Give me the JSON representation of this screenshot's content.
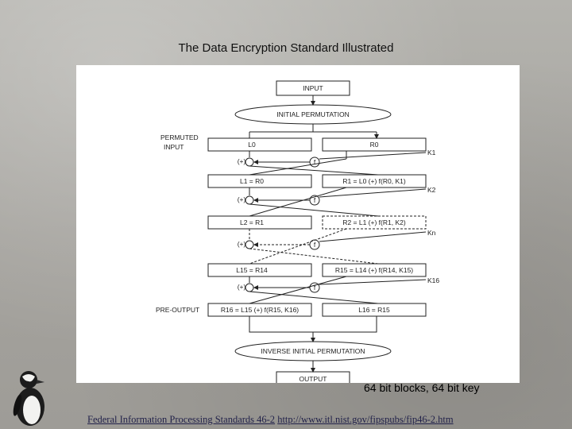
{
  "slide": {
    "title": "The Data Encryption Standard Illustrated",
    "caption": "64 bit blocks, 64 bit key",
    "footer_link_1": "Federal Information Processing Standards 46-2",
    "footer_link_2": "http://www.itl.nist.gov/fipspubs/fip46-2.htm"
  },
  "diagram": {
    "input": "INPUT",
    "initial_permutation": "INITIAL PERMUTATION",
    "permuted_input": [
      "PERMUTED",
      "INPUT"
    ],
    "l0": "L0",
    "r0": "R0",
    "l1": "L1 = R0",
    "r1": "R1 = L0 (+) f(R0, K1)",
    "l2": "L2 = R1",
    "r2": "R2 = L1 (+) f(R1, K2)",
    "l15": "L15 = R14",
    "r15": "R15 = L14 (+) f(R14, K15)",
    "pre_output": "PRE-OUTPUT",
    "r16": "R16 = L15 (+) f(R15, K16)",
    "l16": "L16 = R15",
    "inverse_permutation": "INVERSE INITIAL PERMUTATION",
    "output": "OUTPUT",
    "f": "f",
    "xor": "(+)",
    "keys": [
      "K1",
      "K2",
      "Kn",
      "K16"
    ]
  }
}
